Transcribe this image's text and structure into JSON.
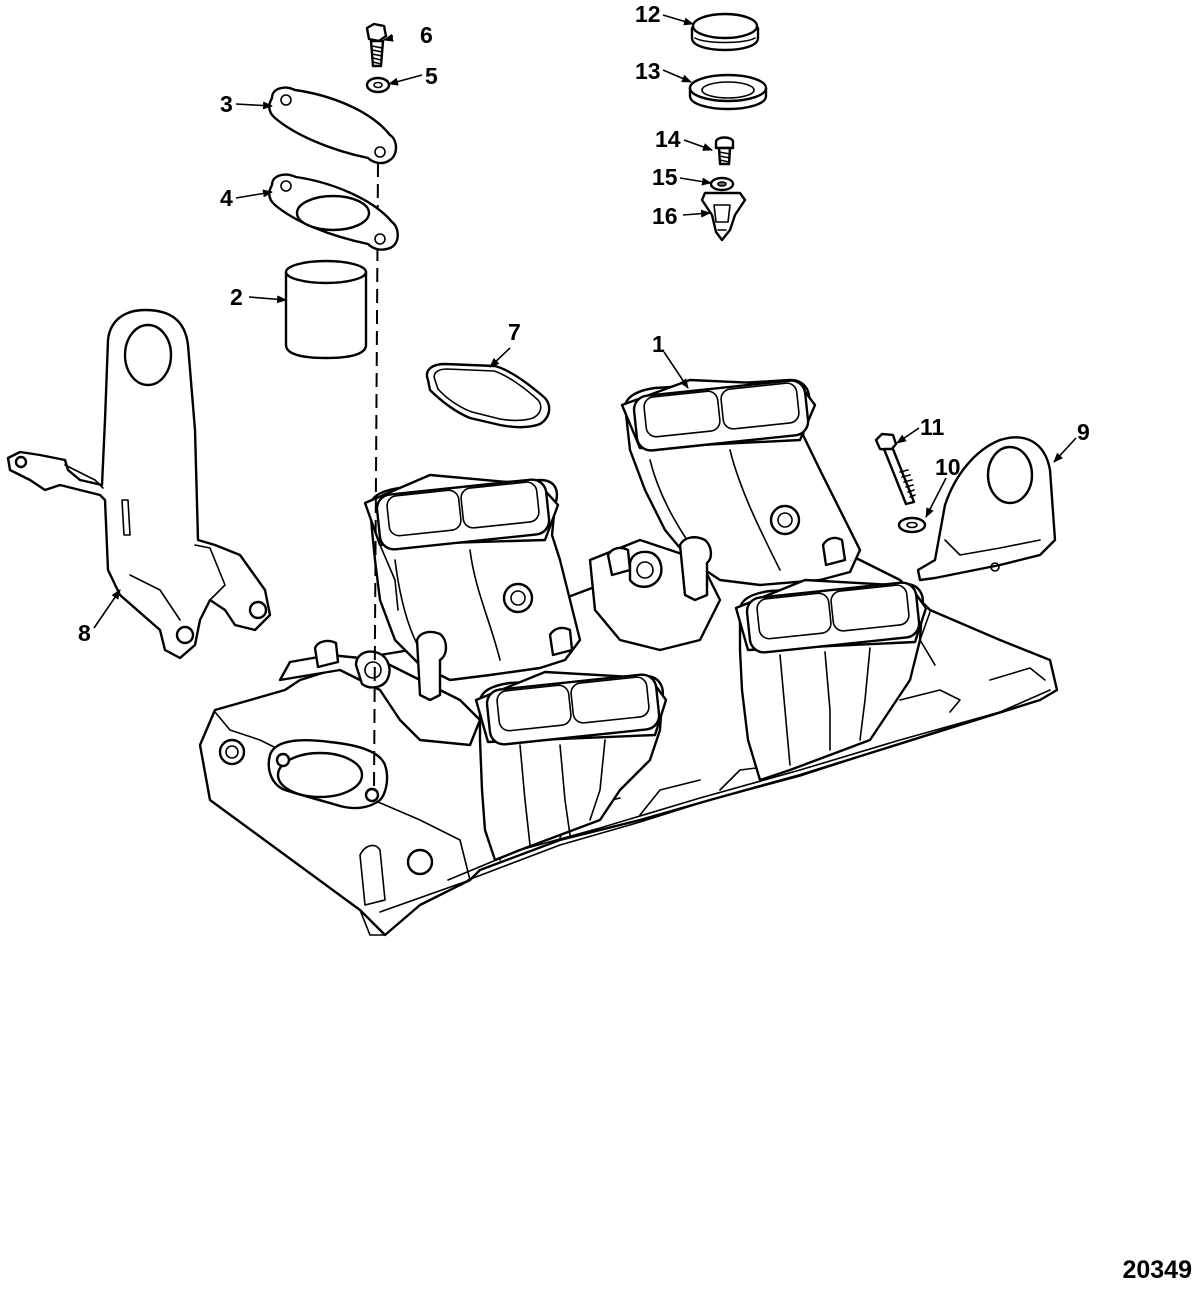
{
  "figure_number": "20349",
  "callouts": [
    "1",
    "2",
    "3",
    "4",
    "5",
    "6",
    "7",
    "8",
    "9",
    "10",
    "11",
    "12",
    "13",
    "14",
    "15",
    "16"
  ]
}
